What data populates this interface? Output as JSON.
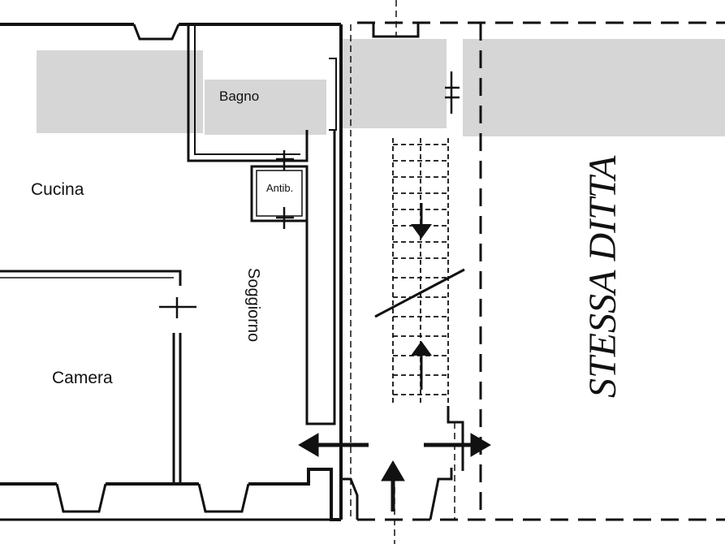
{
  "plan": {
    "rooms": {
      "bagno": "Bagno",
      "cucina": "Cucina",
      "antib": "Antib.",
      "soggiorno": "Soggiorno",
      "camera": "Camera"
    },
    "neighbor_label": "STESSA DITTA",
    "colors": {
      "ink": "#111111",
      "background": "#ffffff",
      "redaction": "#c9c9c9"
    }
  }
}
